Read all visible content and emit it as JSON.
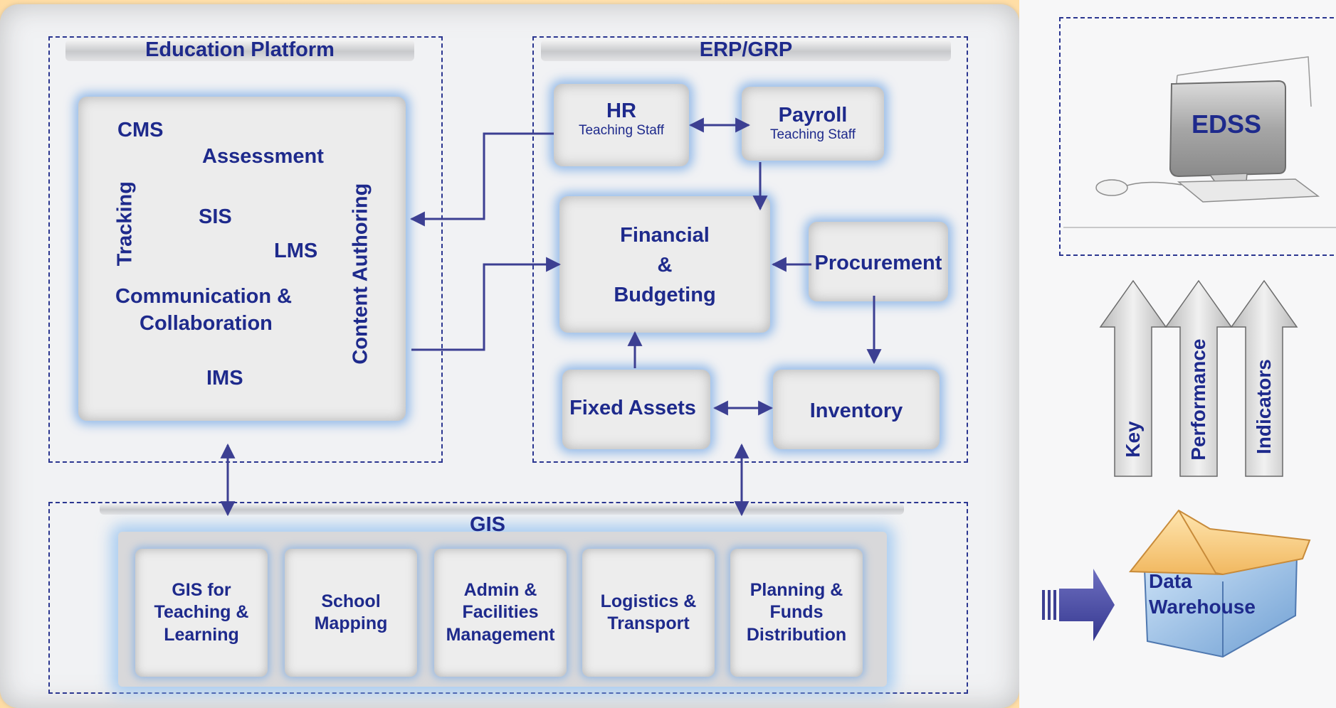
{
  "education_platform": {
    "title": "Education Platform",
    "modules": {
      "cms": "CMS",
      "assessment": "Assessment",
      "sis": "SIS",
      "lms": "LMS",
      "communication": "Communication &",
      "collaboration": "Collaboration",
      "ims": "IMS",
      "tracking": "Tracking",
      "content_authoring": "Content Authoring"
    }
  },
  "erp": {
    "title": "ERP/GRP",
    "hr": {
      "label": "HR",
      "sub": "Teaching Staff"
    },
    "payroll": {
      "label": "Payroll",
      "sub": "Teaching Staff"
    },
    "financial": {
      "line1": "Financial",
      "line2": "&",
      "line3": "Budgeting"
    },
    "procurement": "Procurement",
    "fixed_assets": "Fixed Assets",
    "inventory": "Inventory"
  },
  "gis": {
    "title": "GIS",
    "tiles": [
      "GIS for\nTeaching &\nLearning",
      "School\nMapping",
      "Admin &\nFacilities\nManagement",
      "Logistics &\nTransport",
      "Planning &\nFunds\nDistribution"
    ]
  },
  "edss": {
    "label": "EDSS"
  },
  "kpi": {
    "words": [
      "Key",
      "Performance",
      "Indicators"
    ]
  },
  "data_warehouse": {
    "line1": "Data",
    "line2": "Warehouse"
  },
  "colors": {
    "accent": "#1e2a8c",
    "arrow": "#3c3f92",
    "glow": "#78aae6"
  }
}
